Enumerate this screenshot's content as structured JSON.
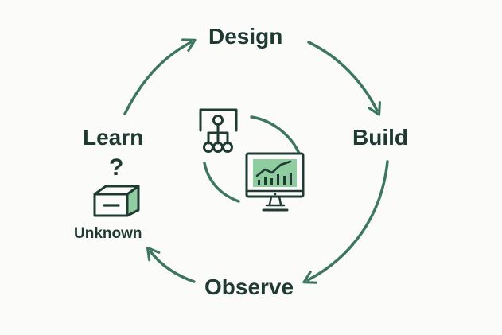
{
  "stages": {
    "design": "Design",
    "build": "Build",
    "observe": "Observe",
    "learn": "Learn"
  },
  "unknown_box": {
    "question_mark": "?",
    "caption": "Unknown"
  },
  "icons": {
    "cycle": "cycle-arrows-icon",
    "hierarchy": "org-chart-icon",
    "monitor": "monitor-chart-icon",
    "box": "box-icon"
  },
  "colors": {
    "arrow": "#3d7662",
    "text": "#1f3a33",
    "accent_fill": "#8fcca0",
    "background": "#fbfbf9"
  }
}
